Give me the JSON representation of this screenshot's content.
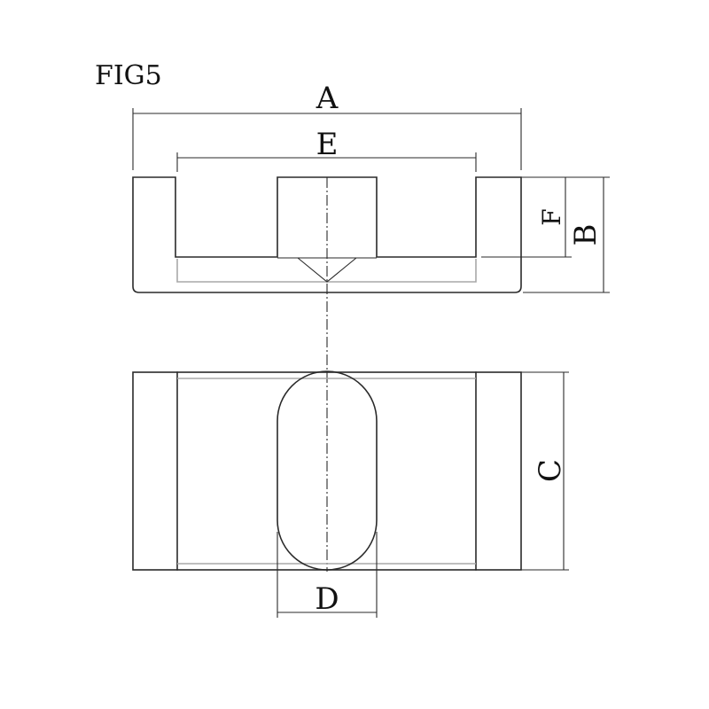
{
  "figure": {
    "title": "FIG5"
  },
  "dimensions": {
    "a": "A",
    "b": "B",
    "c": "C",
    "d": "D",
    "e": "E",
    "f": "F"
  },
  "colors": {
    "line": "#2a2a2a",
    "hidden_edge": "#a8a8a8",
    "background": "#ffffff"
  }
}
